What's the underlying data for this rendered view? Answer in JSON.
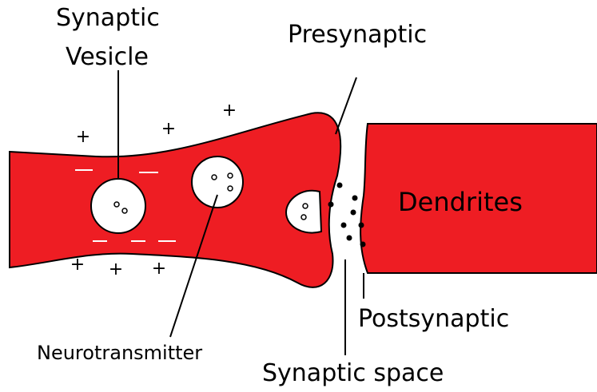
{
  "labels": {
    "synaptic_vesicle_line1": "Synaptic",
    "synaptic_vesicle_line2": "Vesicle",
    "presynaptic": "Presynaptic",
    "dendrites": "Dendrites",
    "neurotransmitter": "Neurotransmitter",
    "postsynaptic": "Postsynaptic",
    "synaptic_space": "Synaptic space"
  },
  "charge_marks": {
    "positive": "+",
    "negative": "—"
  },
  "colors": {
    "membrane_fill": "#ee1d23",
    "vesicle_fill": "#ffffff",
    "outline": "#000000",
    "background": "#ffffff"
  }
}
